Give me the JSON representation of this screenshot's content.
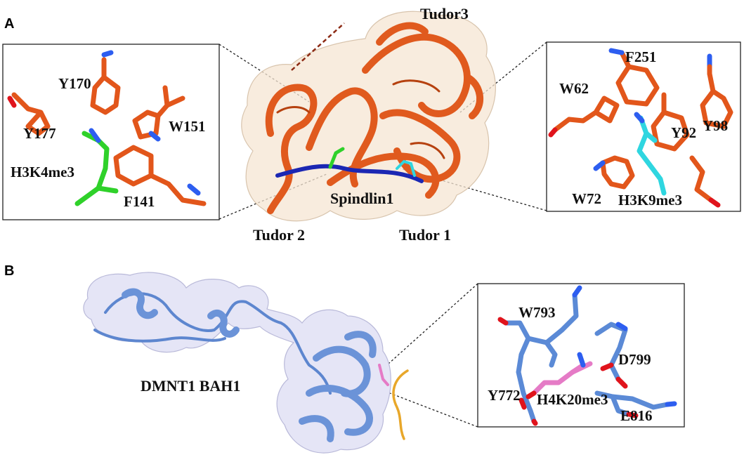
{
  "panels": {
    "a": {
      "letter": "A",
      "protein_label": "Spindlin1",
      "domain_labels": {
        "tudor3": "Tudor3",
        "tudor2": "Tudor 2",
        "tudor1": "Tudor 1"
      },
      "left_inset": {
        "residues": {
          "y170": "Y170",
          "y177": "Y177",
          "w151": "W151",
          "h3k4me3": "H3K4me3",
          "f141": "F141"
        }
      },
      "right_inset": {
        "residues": {
          "f251": "F251",
          "w62": "W62",
          "y92": "Y92",
          "y98": "Y98",
          "w72": "W72",
          "h3k9me3": "H3K9me3"
        }
      }
    },
    "b": {
      "letter": "B",
      "protein_label": "DMNT1 BAH1",
      "inset": {
        "residues": {
          "w793": "W793",
          "d799": "D799",
          "y772": "Y772",
          "h4k20me3": "H4K20me3",
          "e816": "E816"
        }
      }
    }
  },
  "colors": {
    "spindlin_residues": "#e2561b",
    "bah1_residues": "#5b8ad6",
    "h3k4me3_peptide": "#2fd12a",
    "h3k9me3_peptide": "#2fd6e0",
    "h4k20me3_peptide": "#e57bc6",
    "nitrogen": "#2d5ef0",
    "oxygen": "#e0141c",
    "surface_a": "#f5e6d3",
    "surface_b": "#dcdcf3"
  }
}
